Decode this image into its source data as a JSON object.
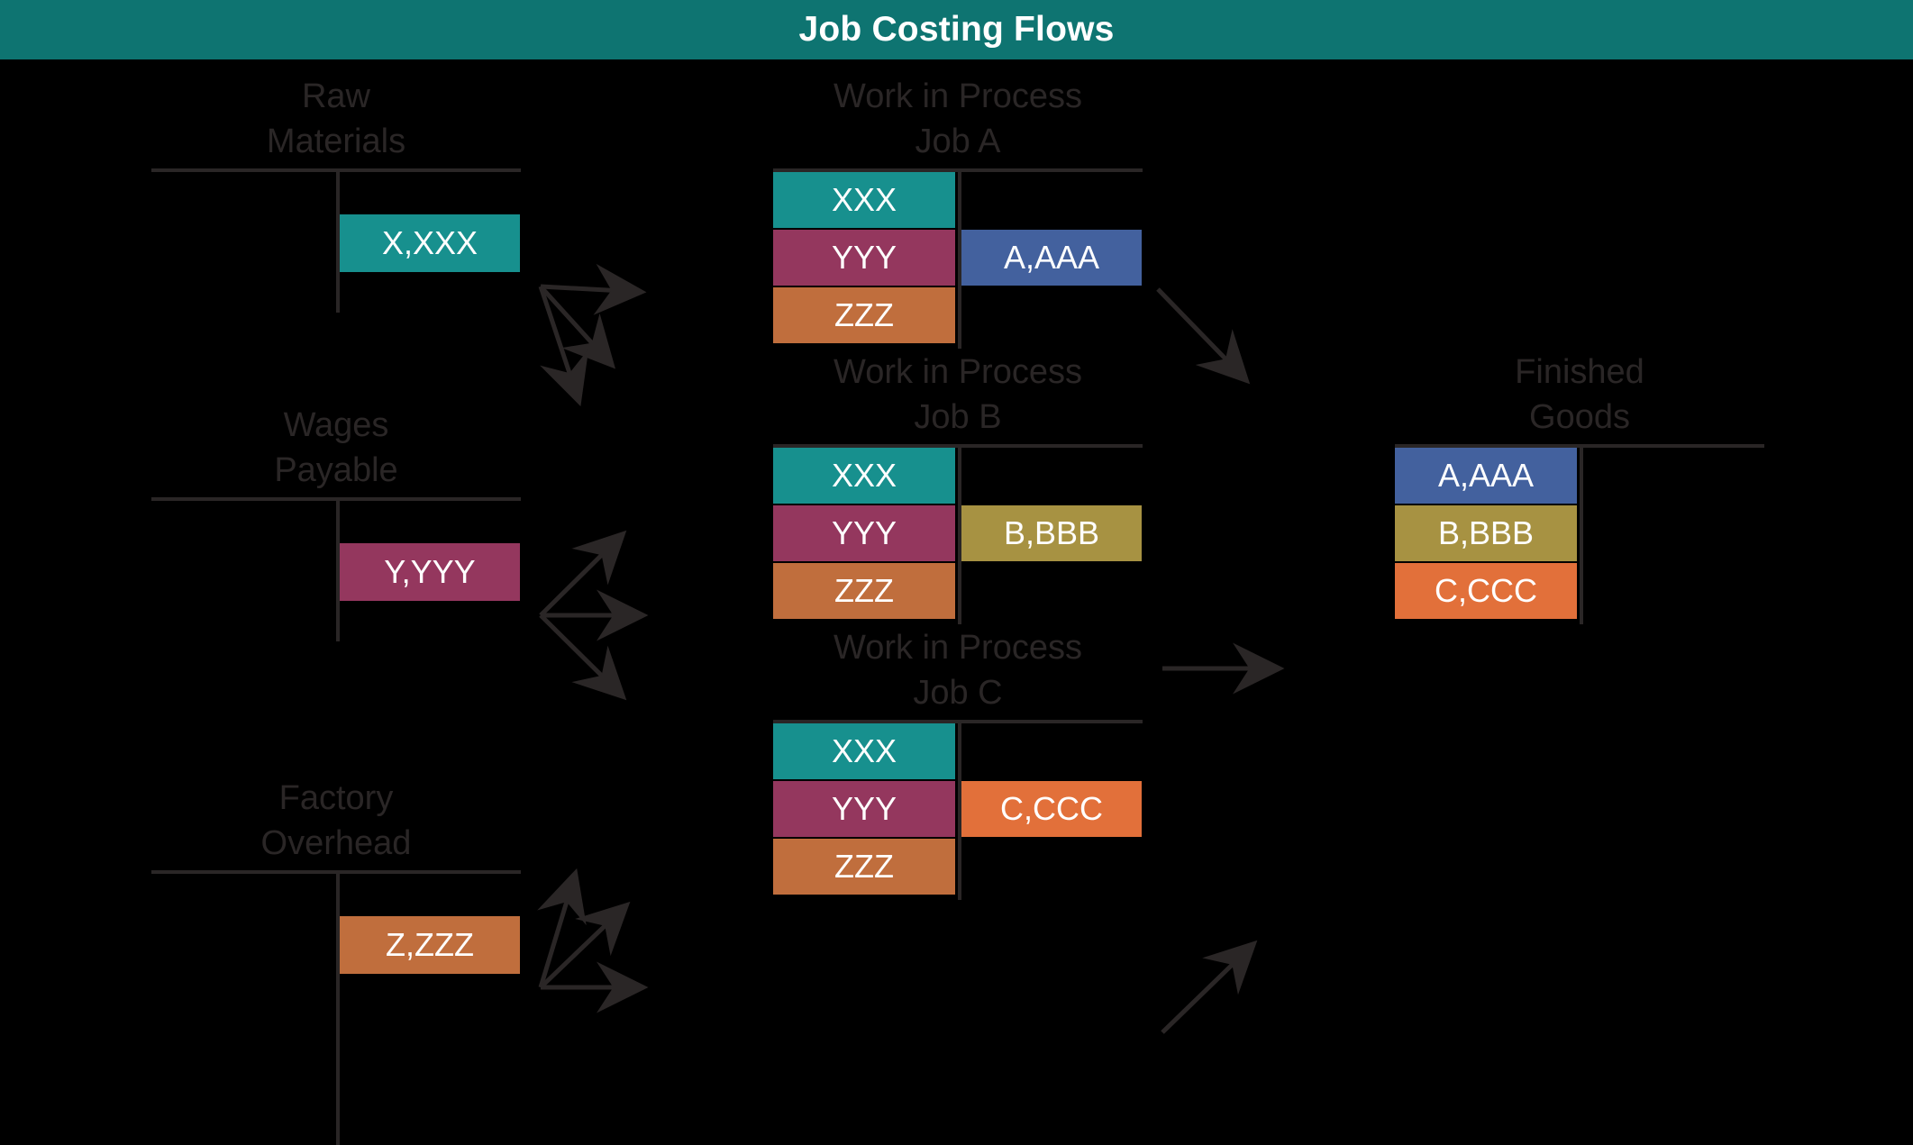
{
  "header": {
    "title": "Job Costing Flows",
    "bar_color": "#0e7471",
    "text_color": "#ffffff"
  },
  "palette": {
    "teal": "#17908e",
    "maroon": "#94375e",
    "terracotta": "#c06e3d",
    "blue": "#43619e",
    "olive": "#a79242",
    "orange": "#e2703a",
    "rule": "#2a2626",
    "label": "#2a2626",
    "background": "#000000",
    "box_text": "#ffffff"
  },
  "accounts": [
    {
      "id": "raw-materials",
      "title_line1": "Raw",
      "title_line2": "Materials",
      "debits": [],
      "credits": [
        {
          "label": "X,XXX",
          "color": "#17908e"
        }
      ]
    },
    {
      "id": "wip-job-a",
      "title_line1": "Work in Process",
      "title_line2": "Job A",
      "debits": [
        {
          "label": "XXX",
          "color": "#17908e"
        },
        {
          "label": "YYY",
          "color": "#94375e"
        },
        {
          "label": "ZZZ",
          "color": "#c06e3d"
        }
      ],
      "credits": [
        {
          "label": "A,AAA",
          "color": "#43619e"
        }
      ]
    },
    {
      "id": "wages-payable",
      "title_line1": "Wages",
      "title_line2": "Payable",
      "debits": [],
      "credits": [
        {
          "label": "Y,YYY",
          "color": "#94375e"
        }
      ]
    },
    {
      "id": "wip-job-b",
      "title_line1": "Work in Process",
      "title_line2": "Job B",
      "debits": [
        {
          "label": "XXX",
          "color": "#17908e"
        },
        {
          "label": "YYY",
          "color": "#94375e"
        },
        {
          "label": "ZZZ",
          "color": "#c06e3d"
        }
      ],
      "credits": [
        {
          "label": "B,BBB",
          "color": "#a79242"
        }
      ]
    },
    {
      "id": "finished-goods",
      "title_line1": "Finished",
      "title_line2": "Goods",
      "debits": [
        {
          "label": "A,AAA",
          "color": "#43619e"
        },
        {
          "label": "B,BBB",
          "color": "#a79242"
        },
        {
          "label": "C,CCC",
          "color": "#e2703a"
        }
      ],
      "credits": []
    },
    {
      "id": "factory-overhead",
      "title_line1": "Factory",
      "title_line2": "Overhead",
      "debits": [],
      "credits": [
        {
          "label": "Z,ZZZ",
          "color": "#c06e3d"
        }
      ]
    },
    {
      "id": "wip-job-c",
      "title_line1": "Work in Process",
      "title_line2": "Job C",
      "debits": [
        {
          "label": "XXX",
          "color": "#17908e"
        },
        {
          "label": "YYY",
          "color": "#94375e"
        },
        {
          "label": "ZZZ",
          "color": "#c06e3d"
        }
      ],
      "credits": [
        {
          "label": "C,CCC",
          "color": "#e2703a"
        }
      ]
    }
  ],
  "flows": [
    {
      "from": "raw-materials",
      "to": "wip-job-a"
    },
    {
      "from": "raw-materials",
      "to": "wip-job-b"
    },
    {
      "from": "raw-materials",
      "to": "wip-job-c"
    },
    {
      "from": "wages-payable",
      "to": "wip-job-a"
    },
    {
      "from": "wages-payable",
      "to": "wip-job-b"
    },
    {
      "from": "wages-payable",
      "to": "wip-job-c"
    },
    {
      "from": "factory-overhead",
      "to": "wip-job-a"
    },
    {
      "from": "factory-overhead",
      "to": "wip-job-b"
    },
    {
      "from": "factory-overhead",
      "to": "wip-job-c"
    },
    {
      "from": "wip-job-a",
      "to": "finished-goods"
    },
    {
      "from": "wip-job-b",
      "to": "finished-goods"
    },
    {
      "from": "wip-job-c",
      "to": "finished-goods"
    }
  ]
}
